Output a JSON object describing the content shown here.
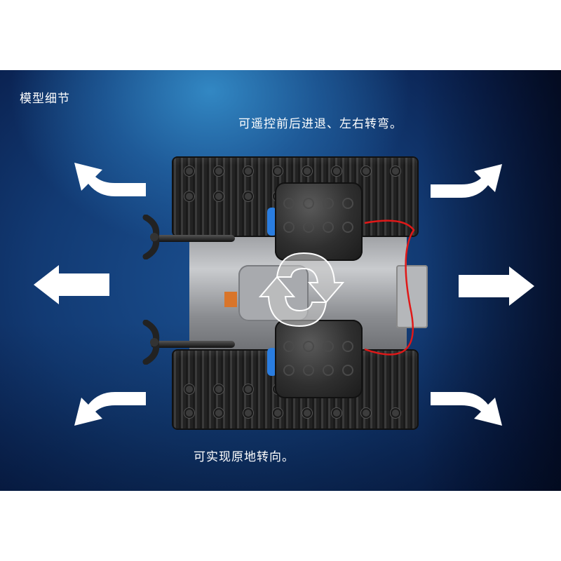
{
  "panel": {
    "section_title": "模型细节",
    "caption_top": "可遥控前后进退、左右转弯。",
    "caption_bottom": "可实现原地转向。",
    "colors": {
      "background_light": "#2f86c2",
      "background_mid": "#133d78",
      "background_dark": "#030a1c",
      "text": "#ffffff",
      "arrow": "#ffffff",
      "motor_accent": "#2a7de0",
      "wire_red": "#e01818",
      "orange_part": "#d9752a"
    }
  },
  "arrows": [
    {
      "name": "forward-left-arrow",
      "direction": "up-left"
    },
    {
      "name": "forward-right-arrow",
      "direction": "up-right"
    },
    {
      "name": "left-arrow",
      "direction": "left"
    },
    {
      "name": "right-arrow",
      "direction": "right"
    },
    {
      "name": "backward-left-arrow",
      "direction": "down-left"
    },
    {
      "name": "backward-right-arrow",
      "direction": "down-right"
    }
  ],
  "model": {
    "subject": "tracked-robot-model-top-view",
    "center_icon": "rotate-in-place-icon"
  }
}
